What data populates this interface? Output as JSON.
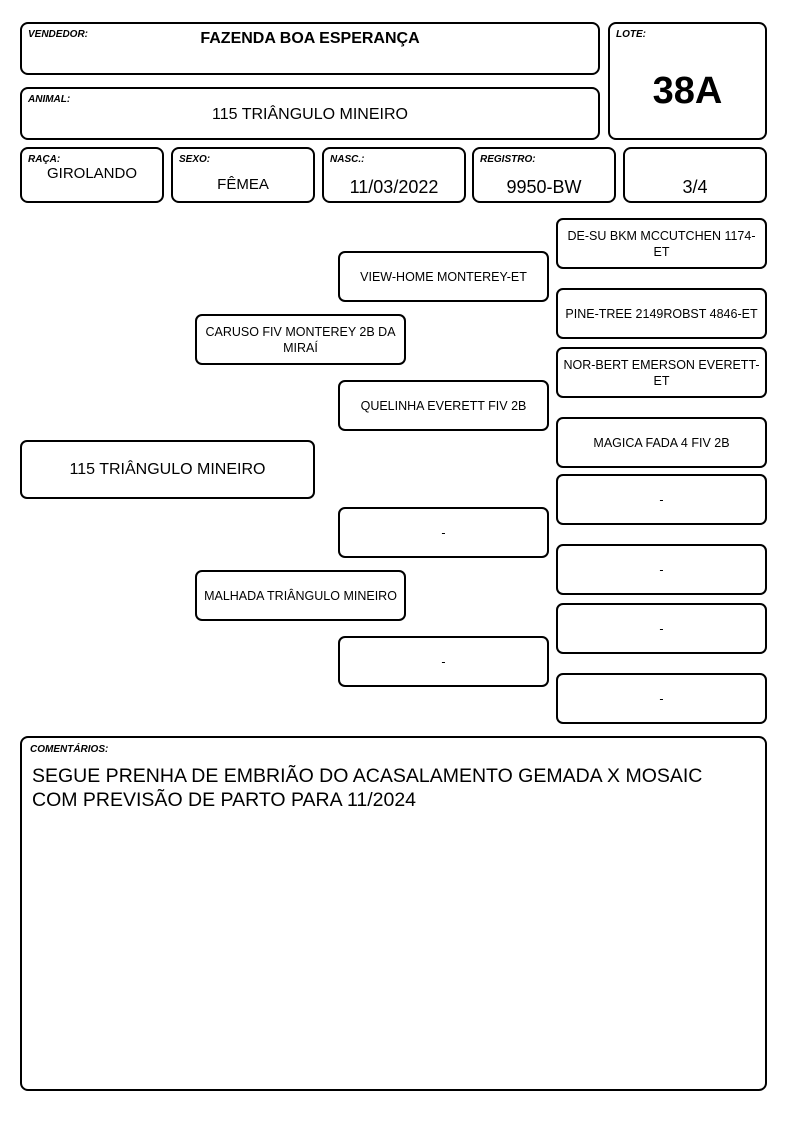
{
  "header": {
    "vendedor": {
      "label": "VENDEDOR:",
      "value": "FAZENDA BOA ESPERANÇA"
    },
    "lote": {
      "label": "LOTE:",
      "value": "38A"
    },
    "animal": {
      "label": "ANIMAL:",
      "value": "115 TRIÂNGULO MINEIRO"
    }
  },
  "info": {
    "raca": {
      "label": "RAÇA:",
      "value": "GIROLANDO"
    },
    "sexo": {
      "label": "SEXO:",
      "value": "FÊMEA"
    },
    "nasc": {
      "label": "NASC.:",
      "value": "11/03/2022"
    },
    "registro": {
      "label": "REGISTRO:",
      "value": "9950-BW"
    },
    "grau": {
      "value": "3/4"
    }
  },
  "pedigree": {
    "animal": "115 TRIÂNGULO MINEIRO",
    "sire": "CARUSO FIV MONTEREY 2B DA MIRAÍ",
    "dam": "MALHADA TRIÂNGULO MINEIRO",
    "sire_sire": "VIEW-HOME MONTEREY-ET",
    "sire_dam": "QUELINHA EVERETT FIV 2B",
    "dam_sire": "-",
    "dam_dam": "-",
    "ggp": [
      "DE-SU BKM MCCUTCHEN 1174-ET",
      "PINE-TREE 2149ROBST 4846-ET",
      "NOR-BERT EMERSON EVERETT-ET",
      "MAGICA FADA 4 FIV 2B",
      "-",
      "-",
      "-",
      "-"
    ]
  },
  "comments": {
    "label": "COMENTÁRIOS:",
    "text": "SEGUE PRENHA DE EMBRIÃO DO ACASALAMENTO GEMADA X MOSAIC COM PREVISÃO DE PARTO PARA 11/2024"
  }
}
